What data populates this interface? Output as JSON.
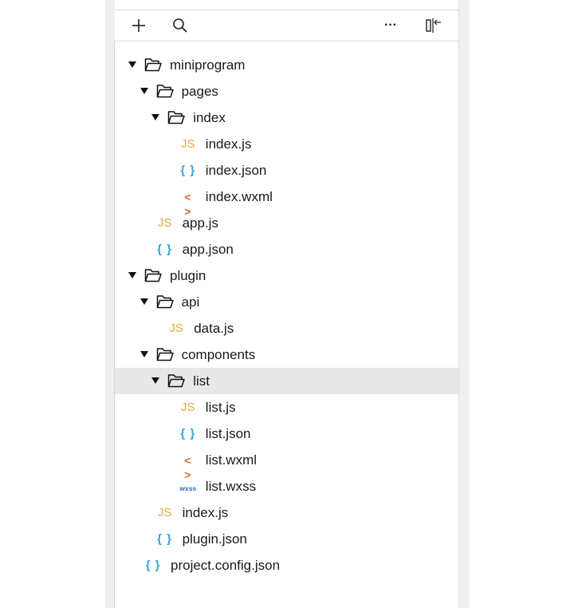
{
  "toolbar": {
    "new_icon": "plus-icon",
    "search_icon": "search-icon",
    "more_label": "···",
    "collapse_icon": "collapse-panel-icon"
  },
  "tree": [
    {
      "label": "miniprogram",
      "type": "folder",
      "expanded": true,
      "depth": 0,
      "name": "folder-miniprogram"
    },
    {
      "label": "pages",
      "type": "folder",
      "expanded": true,
      "depth": 1,
      "name": "folder-pages"
    },
    {
      "label": "index",
      "type": "folder",
      "expanded": true,
      "depth": 2,
      "name": "folder-index"
    },
    {
      "label": "index.js",
      "type": "js",
      "badge": "JS",
      "depth": 3,
      "name": "file-index-js"
    },
    {
      "label": "index.json",
      "type": "json",
      "badge": "{ }",
      "depth": 3,
      "name": "file-index-json"
    },
    {
      "label": "index.wxml",
      "type": "wxml",
      "badge": "< >",
      "depth": 3,
      "name": "file-index-wxml"
    },
    {
      "label": "app.js",
      "type": "js",
      "badge": "JS",
      "depth": 1,
      "name": "file-app-js"
    },
    {
      "label": "app.json",
      "type": "json",
      "badge": "{ }",
      "depth": 1,
      "name": "file-app-json"
    },
    {
      "label": "plugin",
      "type": "folder",
      "expanded": true,
      "depth": 0,
      "name": "folder-plugin"
    },
    {
      "label": "api",
      "type": "folder",
      "expanded": true,
      "depth": 1,
      "name": "folder-api"
    },
    {
      "label": "data.js",
      "type": "js",
      "badge": "JS",
      "depth": 2,
      "name": "file-data-js"
    },
    {
      "label": "components",
      "type": "folder",
      "expanded": true,
      "depth": 1,
      "name": "folder-components"
    },
    {
      "label": "list",
      "type": "folder",
      "expanded": true,
      "depth": 2,
      "selected": true,
      "name": "folder-list"
    },
    {
      "label": "list.js",
      "type": "js",
      "badge": "JS",
      "depth": 3,
      "name": "file-list-js"
    },
    {
      "label": "list.json",
      "type": "json",
      "badge": "{ }",
      "depth": 3,
      "name": "file-list-json"
    },
    {
      "label": "list.wxml",
      "type": "wxml",
      "badge": "< >",
      "depth": 3,
      "name": "file-list-wxml"
    },
    {
      "label": "list.wxss",
      "type": "wxss",
      "badge": "wxss",
      "depth": 3,
      "name": "file-list-wxss"
    },
    {
      "label": "index.js",
      "type": "js",
      "badge": "JS",
      "depth": 1,
      "name": "file-plugin-index-js"
    },
    {
      "label": "plugin.json",
      "type": "json",
      "badge": "{ }",
      "depth": 1,
      "name": "file-plugin-json"
    },
    {
      "label": "project.config.json",
      "type": "json",
      "badge": "{ }",
      "depth": 0,
      "name": "file-project-config-json"
    }
  ],
  "colors": {
    "js": "#e8a93a",
    "json": "#2fa6d7",
    "wxml": "#e06a2b",
    "wxss": "#2b6fb5",
    "selected_row": "#e8e8e8"
  }
}
